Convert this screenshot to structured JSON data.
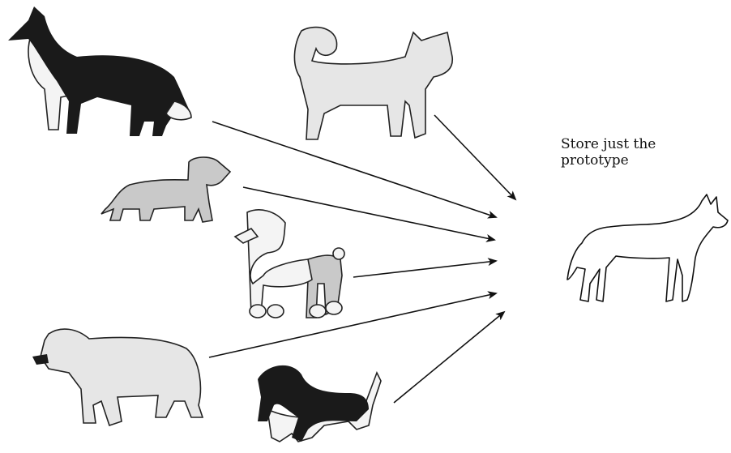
{
  "caption": "Store just the\nprototype",
  "exemplars": [
    {
      "id": "collie",
      "pattern": "black-and-white"
    },
    {
      "id": "husky",
      "pattern": "light-gray"
    },
    {
      "id": "dachshund",
      "pattern": "gray"
    },
    {
      "id": "poodle",
      "pattern": "white-and-gray"
    },
    {
      "id": "bulldog",
      "pattern": "light-gray"
    },
    {
      "id": "basset-hound",
      "pattern": "black-and-white"
    }
  ],
  "prototype": {
    "id": "prototype-dog",
    "style": "outline"
  },
  "arrows": [
    {
      "from": "collie",
      "to": "prototype"
    },
    {
      "from": "husky",
      "to": "prototype"
    },
    {
      "from": "dachshund",
      "to": "prototype"
    },
    {
      "from": "poodle",
      "to": "prototype"
    },
    {
      "from": "bulldog",
      "to": "prototype"
    },
    {
      "from": "basset-hound",
      "to": "prototype"
    }
  ],
  "colors": {
    "ink": "#111111",
    "gray": "#c9c9c9",
    "light": "#e6e6e6",
    "background": "#ffffff"
  }
}
